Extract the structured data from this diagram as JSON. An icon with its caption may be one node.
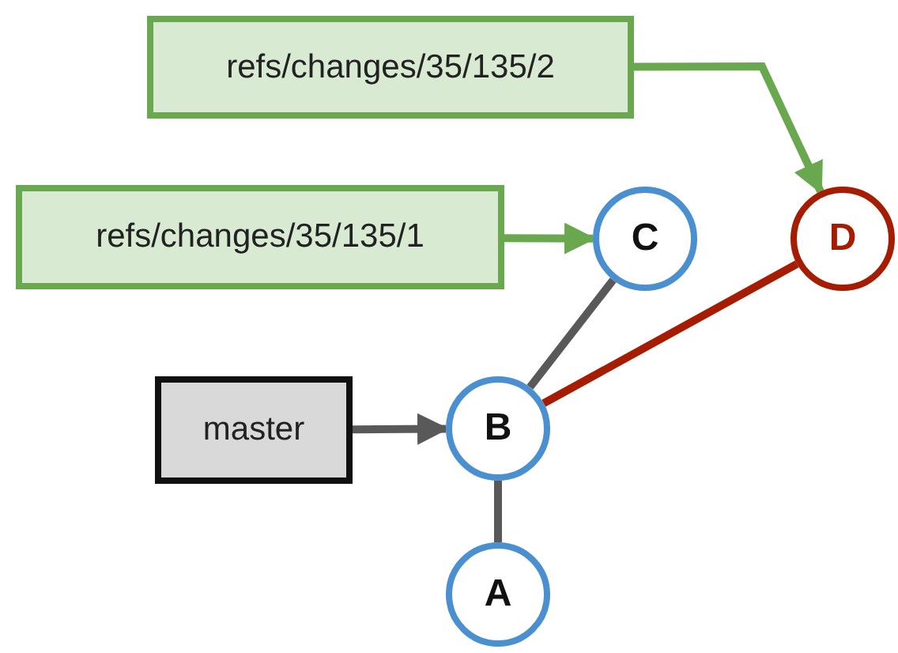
{
  "diagram": {
    "nodes": [
      {
        "text": [
          "refs/changes/35/135/2"
        ]
      },
      {
        "text": [
          "refs/changes/35/135/1"
        ]
      },
      {
        "text": [
          "C"
        ]
      },
      {
        "text": [
          "D"
        ]
      },
      {
        "text": [
          "master"
        ]
      },
      {
        "text": [
          "B"
        ]
      },
      {
        "text": [
          "A"
        ]
      }
    ],
    "edges": [
      {
        "from": 0,
        "to": 3,
        "arrow": "to",
        "color": "#6aa84f"
      },
      {
        "from": 1,
        "to": 2,
        "arrow": "to",
        "color": "#6aa84f"
      },
      {
        "from": 4,
        "to": 5,
        "arrow": "to"
      },
      {
        "from": 2,
        "to": 5,
        "arrow": "none"
      },
      {
        "from": 3,
        "to": 5,
        "arrow": "none",
        "color": "#a61c00"
      },
      {
        "from": 5,
        "to": 6,
        "arrow": "none"
      }
    ]
  }
}
